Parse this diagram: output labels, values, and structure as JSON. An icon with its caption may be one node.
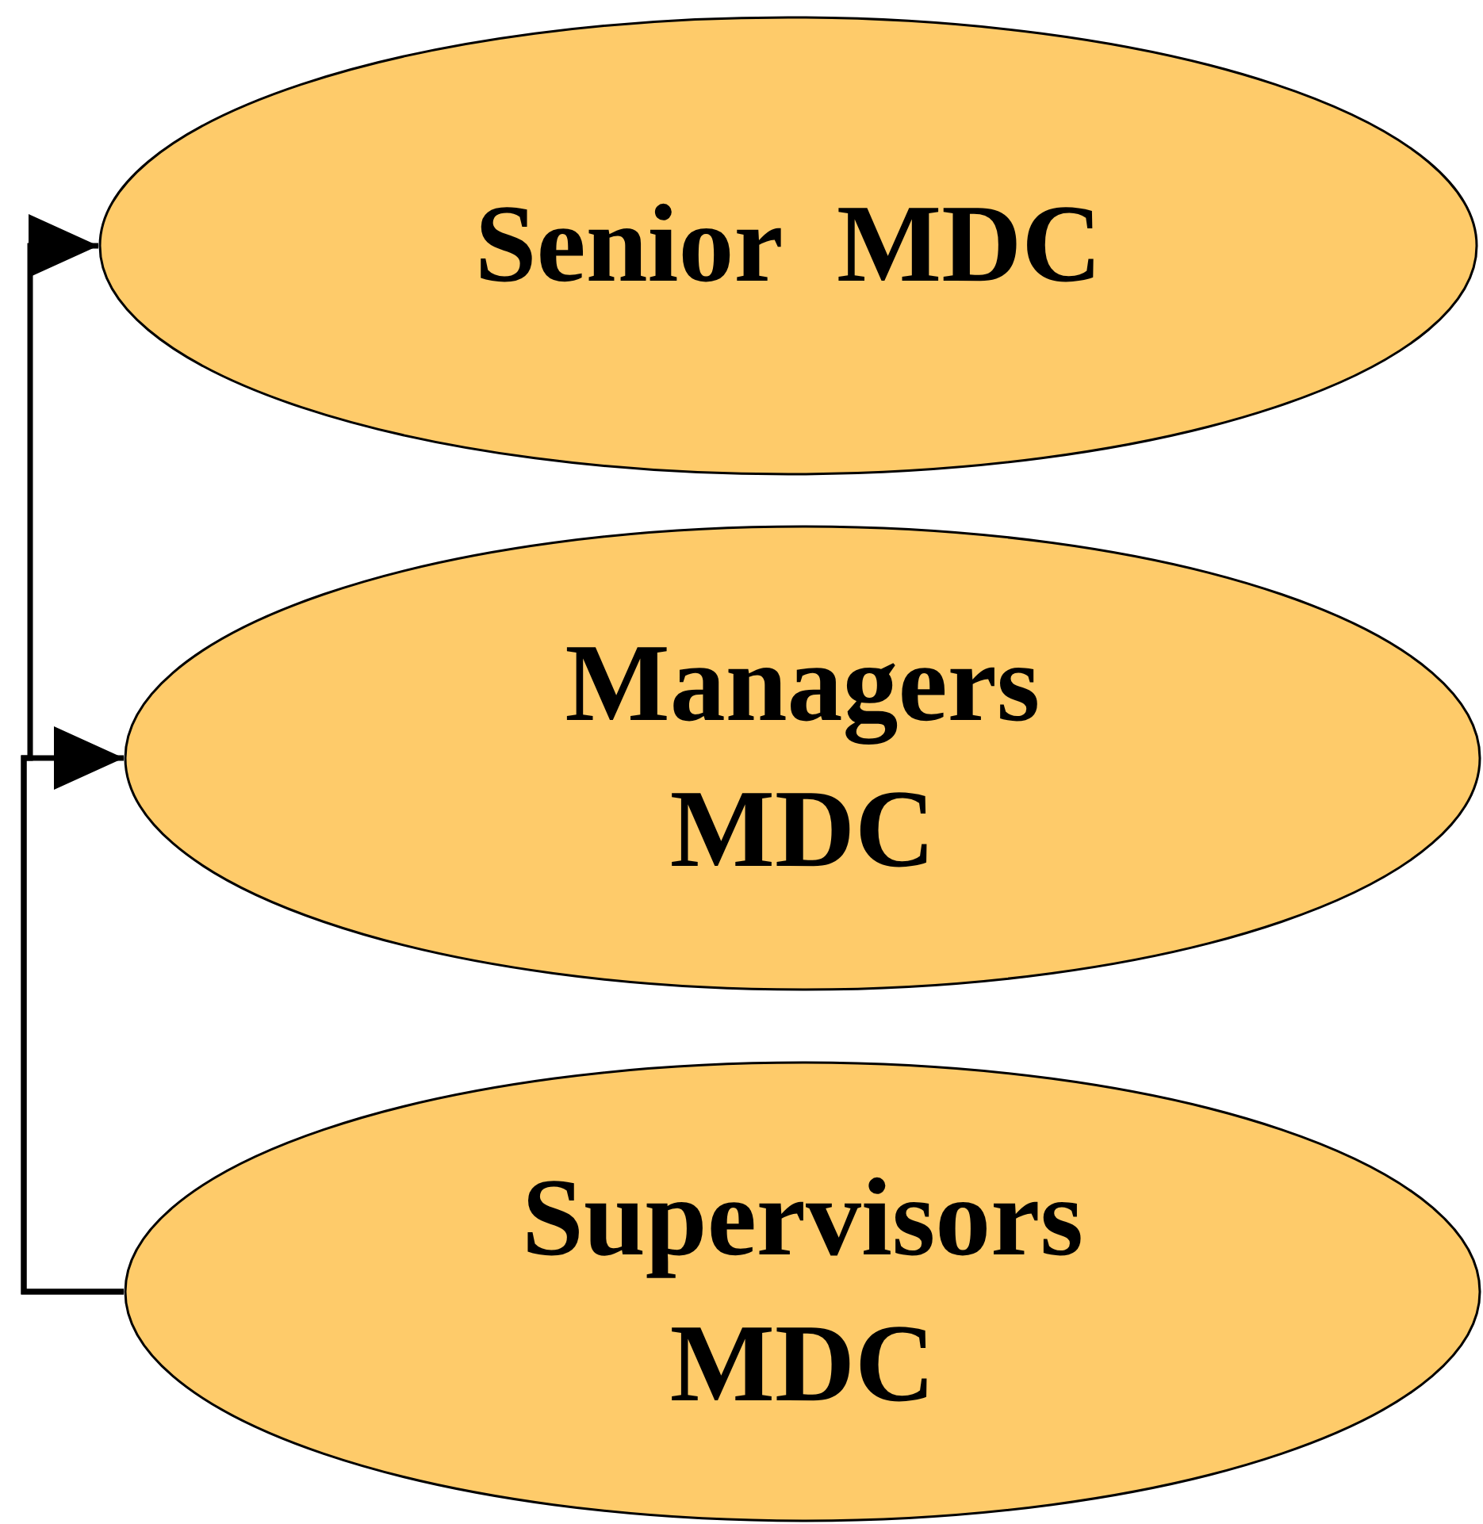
{
  "diagram": {
    "nodes": [
      {
        "text": [
          "Senior  MDC"
        ]
      },
      {
        "text": [
          "Managers MDC"
        ]
      },
      {
        "text": [
          "Supervisors MDC"
        ]
      }
    ],
    "edges": [
      {
        "from": 2,
        "to": 1,
        "arrow": "to"
      },
      {
        "from": 2,
        "to": 0,
        "arrow": "to"
      }
    ]
  }
}
